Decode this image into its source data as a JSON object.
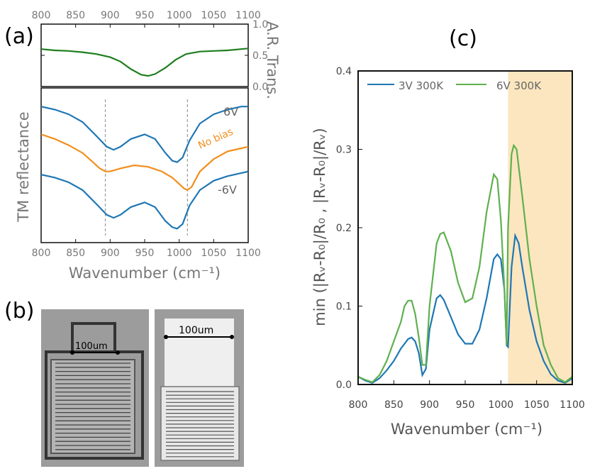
{
  "colors": {
    "blue": "#1f77b4",
    "orange": "#f28e1c",
    "green": "#1e7e1e",
    "light_green": "#5fb04f",
    "band": "#fbe6bf",
    "guide": "#999999"
  },
  "labels": {
    "panel_a": "(a)",
    "panel_b": "(b)",
    "panel_c": "(c)",
    "scale_bar_1": "100um",
    "scale_bar_2": "100um"
  },
  "chart_data": [
    {
      "id": "a_top",
      "type": "line",
      "xlim": [
        800,
        1100
      ],
      "ylim": [
        0,
        1.0
      ],
      "x_ticks": [
        800,
        850,
        900,
        950,
        1000,
        1050,
        1100
      ],
      "x_tick_labels": [
        "800",
        "850",
        "900",
        "950",
        "1000",
        "1050",
        "1100"
      ],
      "y_ticks": [
        0.0,
        0.5,
        1.0
      ],
      "y_tick_labels": [
        "0.0",
        "0.5",
        "1.0"
      ],
      "ylabel": "A.R. Trans.",
      "series": [
        {
          "color": "#1e7e1e",
          "x": [
            800,
            820,
            840,
            860,
            880,
            900,
            915,
            930,
            945,
            955,
            965,
            980,
            995,
            1010,
            1030,
            1050,
            1070,
            1090,
            1100
          ],
          "y": [
            0.6,
            0.58,
            0.57,
            0.55,
            0.52,
            0.47,
            0.4,
            0.28,
            0.19,
            0.17,
            0.2,
            0.3,
            0.43,
            0.52,
            0.56,
            0.57,
            0.58,
            0.6,
            0.61
          ]
        }
      ]
    },
    {
      "id": "a_main",
      "type": "line",
      "xlim": [
        800,
        1100
      ],
      "x_ticks": [
        800,
        850,
        900,
        950,
        1000,
        1050,
        1100
      ],
      "x_tick_labels": [
        "800",
        "850",
        "900",
        "950",
        "1000",
        "1050",
        "1100"
      ],
      "xlabel": "Wavenumber (cm⁻¹)",
      "ylabel": "TM reflectance",
      "guides_x": [
        893,
        1012
      ],
      "annotations": [
        "6V",
        "No bias",
        "-6V"
      ],
      "series": [
        {
          "name": "6V",
          "color": "#1f77b4",
          "x": [
            800,
            820,
            840,
            860,
            880,
            895,
            905,
            915,
            930,
            950,
            965,
            980,
            990,
            997,
            1005,
            1015,
            1030,
            1050,
            1070,
            1090,
            1100
          ],
          "y": [
            0.88,
            0.86,
            0.83,
            0.78,
            0.69,
            0.62,
            0.6,
            0.62,
            0.67,
            0.7,
            0.67,
            0.58,
            0.53,
            0.52,
            0.55,
            0.66,
            0.77,
            0.83,
            0.86,
            0.88,
            0.88
          ]
        },
        {
          "name": "No bias",
          "color": "#f28e1c",
          "x": [
            800,
            820,
            840,
            860,
            875,
            885,
            893,
            900,
            915,
            935,
            955,
            975,
            990,
            1000,
            1007,
            1012,
            1018,
            1030,
            1050,
            1070,
            1090,
            1100
          ],
          "y": [
            0.7,
            0.67,
            0.63,
            0.58,
            0.52,
            0.48,
            0.46,
            0.46,
            0.48,
            0.5,
            0.49,
            0.46,
            0.42,
            0.38,
            0.35,
            0.34,
            0.36,
            0.46,
            0.54,
            0.59,
            0.61,
            0.62
          ]
        },
        {
          "name": "-6V",
          "color": "#1f77b4",
          "x": [
            800,
            820,
            840,
            860,
            880,
            895,
            905,
            915,
            930,
            950,
            965,
            980,
            990,
            997,
            1005,
            1015,
            1030,
            1050,
            1070,
            1090,
            1100
          ],
          "y": [
            0.44,
            0.42,
            0.39,
            0.34,
            0.25,
            0.18,
            0.16,
            0.18,
            0.23,
            0.26,
            0.23,
            0.14,
            0.1,
            0.09,
            0.12,
            0.24,
            0.34,
            0.4,
            0.43,
            0.45,
            0.46
          ]
        }
      ]
    },
    {
      "id": "c",
      "type": "line",
      "xlim": [
        800,
        1100
      ],
      "ylim": [
        0,
        0.4
      ],
      "x_ticks": [
        800,
        850,
        900,
        950,
        1000,
        1050,
        1100
      ],
      "x_tick_labels": [
        "800",
        "850",
        "900",
        "950",
        "1000",
        "1050",
        "1100"
      ],
      "y_ticks": [
        0.0,
        0.1,
        0.2,
        0.3,
        0.4
      ],
      "y_tick_labels": [
        "0.0",
        "0.1",
        "0.2",
        "0.3",
        "0.4"
      ],
      "xlabel": "Wavenumber (cm⁻¹)",
      "ylabel": "min (|Rᵥ-R₀|/R₀ , |Rᵥ-R₀|/Rᵥ)",
      "shaded_x": [
        1010,
        1100
      ],
      "legend_position": "top-left",
      "series": [
        {
          "name": "3V 300K",
          "color": "#1f77b4",
          "x": [
            800,
            810,
            820,
            830,
            840,
            850,
            860,
            870,
            875,
            880,
            885,
            890,
            895,
            900,
            910,
            915,
            920,
            930,
            940,
            950,
            960,
            970,
            980,
            990,
            995,
            1000,
            1005,
            1008,
            1010,
            1015,
            1020,
            1025,
            1030,
            1040,
            1050,
            1060,
            1070,
            1080,
            1090,
            1100
          ],
          "y": [
            0.01,
            0.005,
            0.002,
            0.008,
            0.018,
            0.03,
            0.046,
            0.058,
            0.06,
            0.055,
            0.04,
            0.012,
            0.02,
            0.07,
            0.11,
            0.114,
            0.108,
            0.086,
            0.064,
            0.052,
            0.052,
            0.07,
            0.11,
            0.16,
            0.166,
            0.16,
            0.12,
            0.05,
            0.048,
            0.15,
            0.19,
            0.18,
            0.15,
            0.095,
            0.055,
            0.03,
            0.013,
            0.005,
            0.002,
            0.008
          ]
        },
        {
          "name": "6V 300K",
          "color": "#5fb04f",
          "x": [
            800,
            810,
            820,
            830,
            840,
            850,
            860,
            865,
            870,
            875,
            880,
            885,
            890,
            895,
            900,
            910,
            915,
            920,
            930,
            940,
            950,
            960,
            970,
            980,
            990,
            995,
            1000,
            1005,
            1008,
            1010,
            1015,
            1018,
            1022,
            1030,
            1040,
            1050,
            1060,
            1070,
            1080,
            1090,
            1100
          ],
          "y": [
            0.01,
            0.006,
            0.003,
            0.012,
            0.03,
            0.055,
            0.08,
            0.1,
            0.107,
            0.107,
            0.09,
            0.06,
            0.025,
            0.025,
            0.1,
            0.18,
            0.192,
            0.194,
            0.17,
            0.13,
            0.105,
            0.11,
            0.15,
            0.22,
            0.268,
            0.262,
            0.21,
            0.12,
            0.05,
            0.2,
            0.294,
            0.305,
            0.3,
            0.24,
            0.16,
            0.1,
            0.05,
            0.025,
            0.008,
            0.003,
            0.01
          ]
        }
      ]
    }
  ]
}
